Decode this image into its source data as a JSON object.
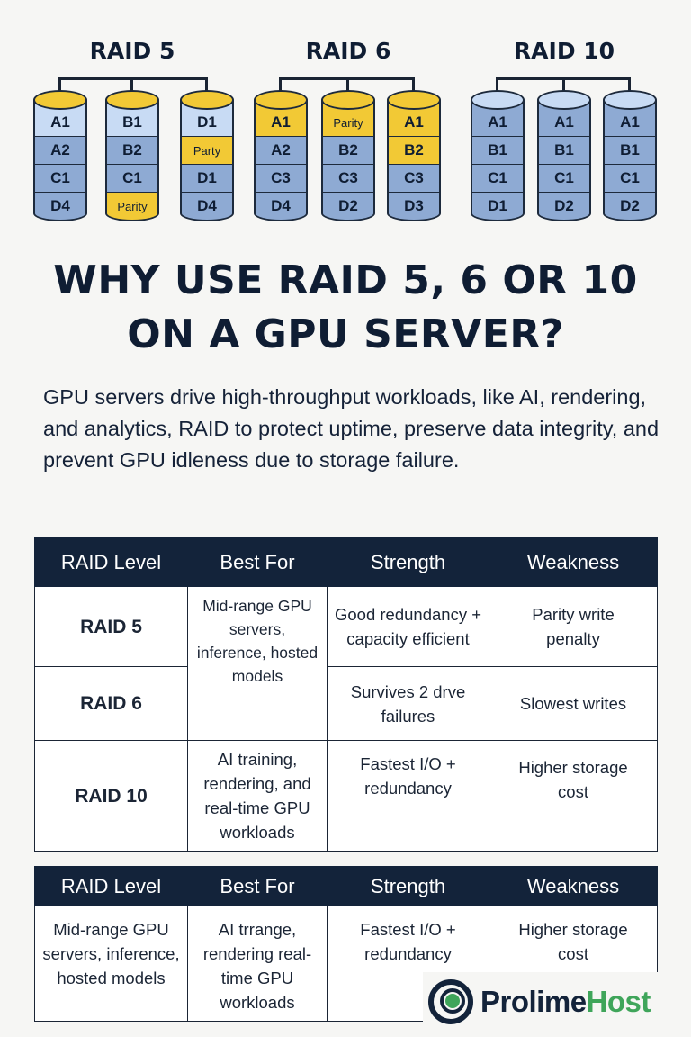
{
  "groups": [
    {
      "label": "RAID 5",
      "cap": "y",
      "disks": [
        [
          [
            "A1",
            "l"
          ],
          [
            "A2",
            "m"
          ],
          [
            "C1",
            "m"
          ],
          [
            "D4",
            "m"
          ]
        ],
        [
          [
            "B1",
            "l"
          ],
          [
            "B2",
            "m"
          ],
          [
            "C1",
            "m"
          ],
          [
            "Parity",
            "y"
          ]
        ],
        [
          [
            "D1",
            "l"
          ],
          [
            "Party",
            "y"
          ],
          [
            "D1",
            "m"
          ],
          [
            "D4",
            "m"
          ]
        ]
      ]
    },
    {
      "label": "RAID 6",
      "cap": "y",
      "disks": [
        [
          [
            "A1",
            "y"
          ],
          [
            "A2",
            "m"
          ],
          [
            "C3",
            "m"
          ],
          [
            "D4",
            "m"
          ]
        ],
        [
          [
            "Parity",
            "y"
          ],
          [
            "B2",
            "m"
          ],
          [
            "C3",
            "m"
          ],
          [
            "D2",
            "m"
          ]
        ],
        [
          [
            "A1",
            "y"
          ],
          [
            "B2",
            "y"
          ],
          [
            "C3",
            "m"
          ],
          [
            "D3",
            "m"
          ]
        ]
      ]
    },
    {
      "label": "RAID 10",
      "cap": "l",
      "disks": [
        [
          [
            "A1",
            "m"
          ],
          [
            "B1",
            "m"
          ],
          [
            "C1",
            "m"
          ],
          [
            "D1",
            "m"
          ]
        ],
        [
          [
            "A1",
            "m"
          ],
          [
            "B1",
            "m"
          ],
          [
            "C1",
            "m"
          ],
          [
            "D2",
            "m"
          ]
        ],
        [
          [
            "A1",
            "m"
          ],
          [
            "B1",
            "m"
          ],
          [
            "C1",
            "m"
          ],
          [
            "D2",
            "m"
          ]
        ]
      ]
    }
  ],
  "colors": {
    "l": "#c8dbf4",
    "m": "#8eaad3",
    "y": "#f2c935",
    "navy": "#13233a",
    "green": "#3fa55a"
  },
  "title": {
    "line1": "WHY USE RAID 5, 6 OR 10",
    "line2": "ON A GPU SERVER?"
  },
  "intro": "GPU servers drive high-throughput workloads, like AI, rendering, and analytics, RAID to protect uptime, preserve data integrity, and prevent GPU idleness due to storage failure.",
  "table1": {
    "headers": [
      "RAID Level",
      "Best For",
      "Strength",
      "Weakness"
    ],
    "rows": [
      {
        "level": "RAID 5",
        "best_for": "Mid-range GPU servers, inference, hosted models",
        "strength": "Good redundancy + capacity efficient",
        "weakness": "Parity write penalty"
      },
      {
        "level": "RAID 6",
        "strength": "Survives 2 drve failures",
        "weakness": "Slowest writes"
      },
      {
        "level": "RAID 10",
        "best_for": "AI training, rendering, and real-time GPU workloads",
        "strength": "Fastest I/O + redundancy",
        "weakness": "Higher storage cost"
      }
    ]
  },
  "table2": {
    "headers": [
      "RAID Level",
      "Best For",
      "Strength",
      "Weakness"
    ],
    "row": {
      "level": "Mid-range GPU servers, inference, hosted models",
      "best_for": "AI trrange, rendering real-time  GPU workloads",
      "strength": "Fastest I/O + redundancy",
      "weakness": "Higher storage cost"
    }
  },
  "logo": {
    "part1": "Prolime",
    "part2": "Host"
  }
}
